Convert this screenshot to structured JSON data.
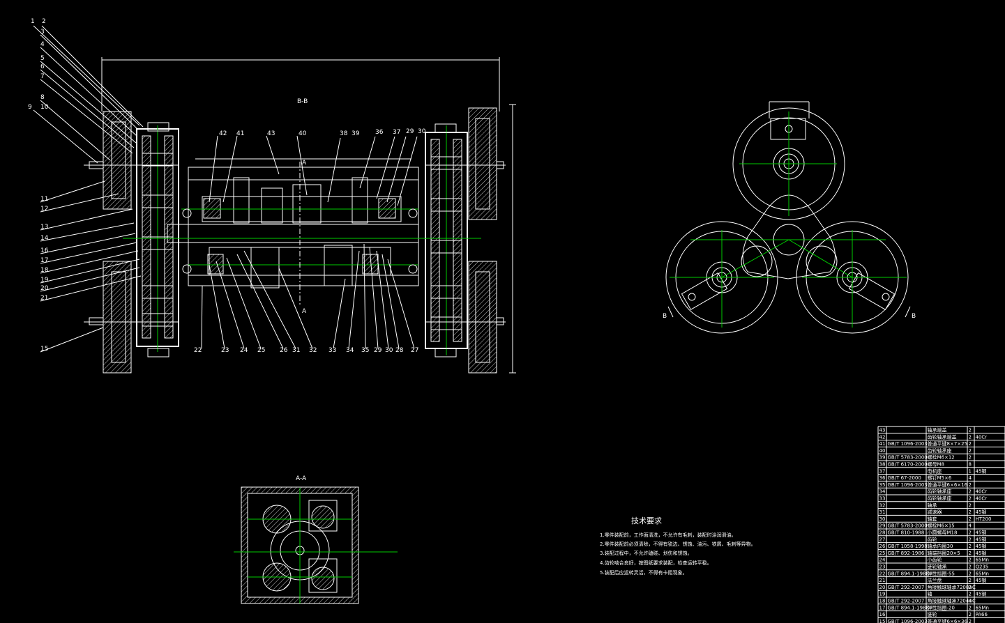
{
  "drawing": {
    "section_bb_title": "B-B",
    "section_aa_title": "A-A",
    "tech_requirements_title": "技术要求",
    "tech_requirements": [
      "1.零件装配前，工作面清洗，不允许有毛刺，装配时涂润滑油。",
      "2.零件装配前必须清除，不得有锐边、锈蚀、油污、铁屑、毛刺等异物。",
      "3.装配过程中，不允许磕碰、划伤和锈蚀。",
      "4.齿轮啮合良好，按图纸要求装配，检查运转平稳。",
      "5.装配后应运转灵活，不得有卡阻现象。"
    ],
    "callouts_left": [
      "1",
      "2",
      "3",
      "4",
      "5",
      "6",
      "7",
      "8",
      "9",
      "10",
      "11",
      "12",
      "13",
      "14",
      "16",
      "17",
      "18",
      "19",
      "20",
      "21",
      "15"
    ],
    "callouts_top": [
      "42",
      "41",
      "43",
      "40",
      "38",
      "39",
      "36",
      "37",
      "29",
      "30"
    ],
    "callouts_bottom": [
      "22",
      "23",
      "24",
      "25",
      "26",
      "31",
      "32",
      "33",
      "34",
      "35",
      "29",
      "30",
      "28",
      "27"
    ],
    "section_marks": [
      "A",
      "A",
      "B",
      "B"
    ]
  },
  "parts_list": {
    "rows": [
      {
        "no": "43",
        "std": "",
        "name": "轴承端盖",
        "qty": "2",
        "mat": ""
      },
      {
        "no": "42",
        "std": "",
        "name": "齿轮轴承端盖",
        "qty": "2",
        "mat": "40Cr"
      },
      {
        "no": "41",
        "std": "GB/T 1096-2003",
        "name": "普通平键8×7×25",
        "qty": "2",
        "mat": ""
      },
      {
        "no": "40",
        "std": "",
        "name": "齿轮轴承座",
        "qty": "2",
        "mat": ""
      },
      {
        "no": "39",
        "std": "GB/T 5783-2000",
        "name": "螺栓M6×12",
        "qty": "2",
        "mat": ""
      },
      {
        "no": "38",
        "std": "GB/T 6170-2000",
        "name": "螺母M8",
        "qty": "8",
        "mat": ""
      },
      {
        "no": "37",
        "std": "",
        "name": "电机座",
        "qty": "1",
        "mat": "45钢"
      },
      {
        "no": "36",
        "std": "GB/T 67-2000",
        "name": "螺钉M5×6",
        "qty": "4",
        "mat": ""
      },
      {
        "no": "35",
        "std": "GB/T 1096-2003",
        "name": "普通平键6×6×16",
        "qty": "2",
        "mat": ""
      },
      {
        "no": "34",
        "std": "",
        "name": "齿轮轴承座",
        "qty": "2",
        "mat": "40Cr"
      },
      {
        "no": "33",
        "std": "",
        "name": "齿轮轴承座",
        "qty": "2",
        "mat": "40Cr"
      },
      {
        "no": "32",
        "std": "",
        "name": "轴承",
        "qty": "2",
        "mat": ""
      },
      {
        "no": "31",
        "std": "",
        "name": "减速器",
        "qty": "2",
        "mat": "45钢"
      },
      {
        "no": "30",
        "std": "",
        "name": "轴套",
        "qty": "2",
        "mat": "HT200"
      },
      {
        "no": "29",
        "std": "GB/T 5783-2000",
        "name": "螺栓M6×15",
        "qty": "4",
        "mat": ""
      },
      {
        "no": "28",
        "std": "GB/T 810-1988",
        "name": "小圆螺母M18",
        "qty": "2",
        "mat": "45钢"
      },
      {
        "no": "27",
        "std": "",
        "name": "齿轮",
        "qty": "2",
        "mat": "45钢"
      },
      {
        "no": "26",
        "std": "GB/T 1058-1998",
        "name": "轴承内圈30",
        "qty": "2",
        "mat": "45钢"
      },
      {
        "no": "25",
        "std": "GB/T 892-1986",
        "name": "轴端挡圈20×5",
        "qty": "2",
        "mat": "45钢"
      },
      {
        "no": "24",
        "std": "",
        "name": "小齿轮",
        "qty": "2",
        "mat": "65Mn"
      },
      {
        "no": "23",
        "std": "",
        "name": "链轮轴承",
        "qty": "2",
        "mat": "Q235"
      },
      {
        "no": "22",
        "std": "GB/T 894.1-1986",
        "name": "弹性挡圈-55",
        "qty": "2",
        "mat": "65Mn"
      },
      {
        "no": "21",
        "std": "",
        "name": "法兰盘",
        "qty": "2",
        "mat": "45钢"
      },
      {
        "no": "20",
        "std": "GB/T 292-2007",
        "name": "角接触球轴承7208AC",
        "qty": "2",
        "mat": ""
      },
      {
        "no": "19",
        "std": "",
        "name": "轴",
        "qty": "2",
        "mat": "45钢"
      },
      {
        "no": "18",
        "std": "GB/T 292-2007",
        "name": "角接触球轴承7204AC",
        "qty": "4",
        "mat": ""
      },
      {
        "no": "17",
        "std": "GB/T 894.1-1986",
        "name": "弹性挡圈-20",
        "qty": "2",
        "mat": "65Mn"
      },
      {
        "no": "16",
        "std": "",
        "name": "链轮",
        "qty": "2",
        "mat": "PA66"
      },
      {
        "no": "15",
        "std": "GB/T 1096-2003",
        "name": "普通平键6×6×36",
        "qty": "2",
        "mat": ""
      }
    ]
  }
}
